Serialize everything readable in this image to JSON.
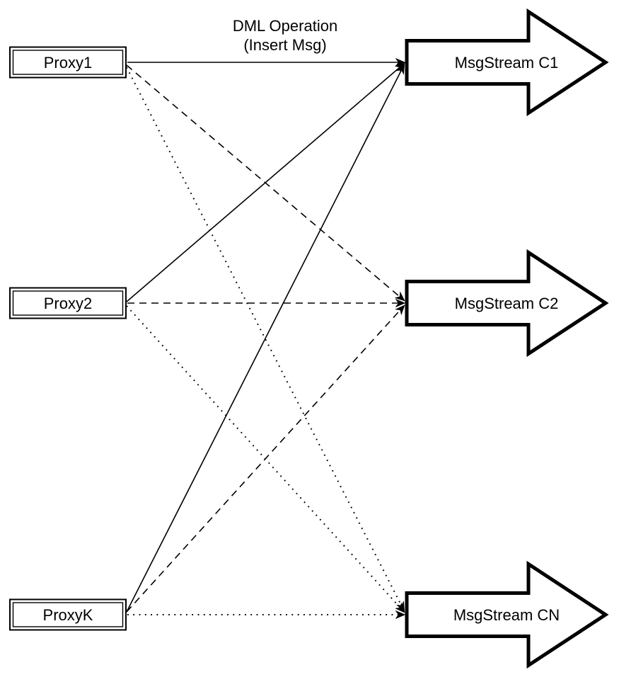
{
  "diagram": {
    "title_label": {
      "line1": "DML Operation",
      "line2": "(Insert Msg)"
    },
    "proxies": [
      {
        "label": "Proxy1"
      },
      {
        "label": "Proxy2"
      },
      {
        "label": "ProxyK"
      }
    ],
    "streams": [
      {
        "label": "MsgStream C1"
      },
      {
        "label": "MsgStream C2"
      },
      {
        "label": "MsgStream CN"
      }
    ],
    "connections": [
      {
        "from": "Proxy1",
        "to": "MsgStream C1",
        "style": "solid"
      },
      {
        "from": "Proxy2",
        "to": "MsgStream C1",
        "style": "solid"
      },
      {
        "from": "ProxyK",
        "to": "MsgStream C1",
        "style": "solid"
      },
      {
        "from": "Proxy1",
        "to": "MsgStream C2",
        "style": "dashed"
      },
      {
        "from": "Proxy2",
        "to": "MsgStream C2",
        "style": "dashed"
      },
      {
        "from": "ProxyK",
        "to": "MsgStream C2",
        "style": "dashed"
      },
      {
        "from": "Proxy1",
        "to": "MsgStream CN",
        "style": "dotted"
      },
      {
        "from": "Proxy2",
        "to": "MsgStream CN",
        "style": "dotted"
      },
      {
        "from": "ProxyK",
        "to": "MsgStream CN",
        "style": "dotted"
      }
    ],
    "colors": {
      "stroke": "#000000",
      "shape_fill": "#ffffff",
      "background": "#ffffff",
      "text": "#000000"
    }
  }
}
